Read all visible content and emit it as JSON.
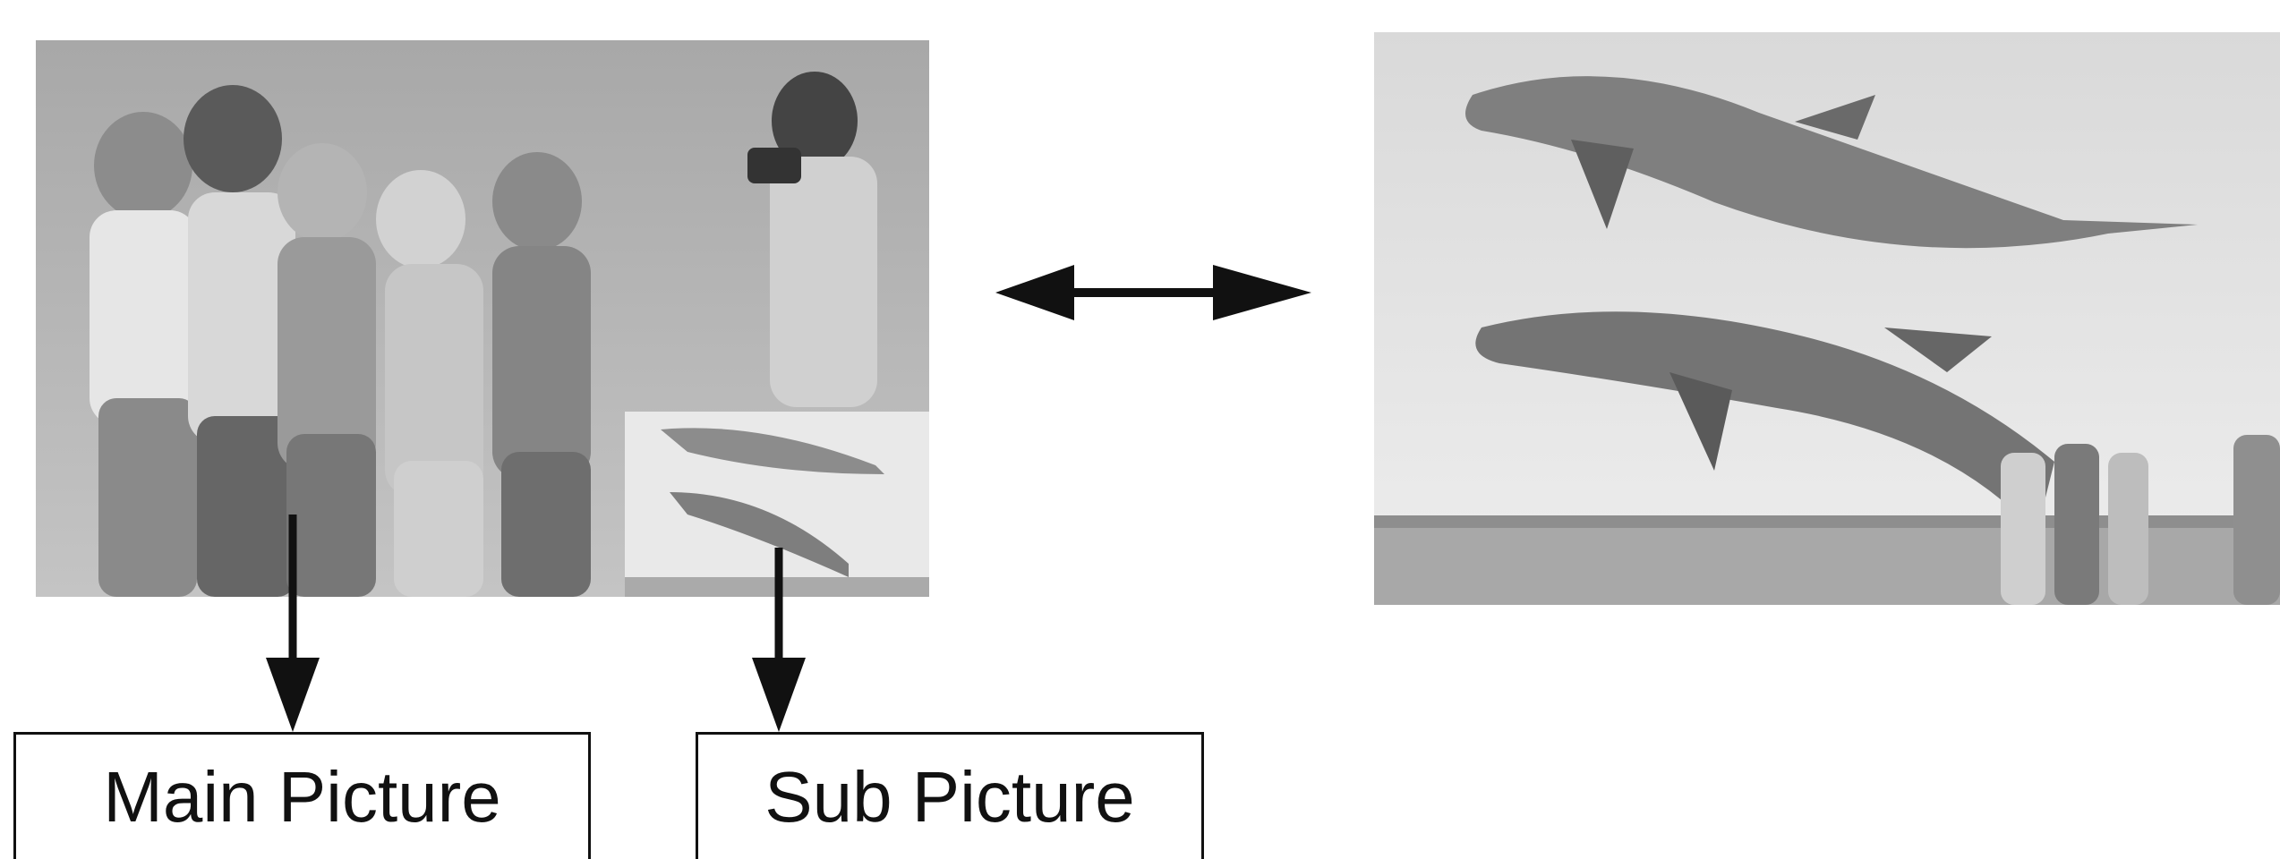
{
  "labels": {
    "main_picture": "Main Picture",
    "sub_picture": "Sub Picture"
  },
  "images": {
    "main": "children-with-camera-photo",
    "sub_inset": "dolphins-inset-photo",
    "swapped": "dolphins-main-with-children-inset-photo"
  },
  "icons": {
    "swap": "double-headed-arrow-icon",
    "pointer": "down-arrow-icon"
  },
  "colors": {
    "ink": "#111111",
    "photo_gray": "#9a9a9a"
  }
}
